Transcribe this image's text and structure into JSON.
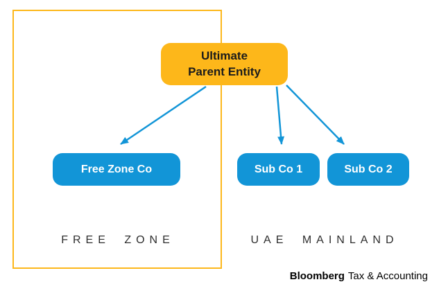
{
  "diagram": {
    "parent": {
      "label_line1": "Ultimate",
      "label_line2": "Parent Entity"
    },
    "nodes": [
      {
        "id": "free-zone-co",
        "label": "Free Zone Co"
      },
      {
        "id": "sub-co-1",
        "label": "Sub Co 1"
      },
      {
        "id": "sub-co-2",
        "label": "Sub Co 2"
      }
    ],
    "zones": [
      {
        "id": "free-zone",
        "label": "FREE ZONE"
      },
      {
        "id": "uae-mainland",
        "label": "UAE MAINLAND"
      }
    ]
  },
  "branding": {
    "bold": "Bloomberg",
    "regular": "Tax & Accounting"
  },
  "colors": {
    "yellow": "#FDB71A",
    "blue": "#1295D7",
    "text_dark": "#2D2D2D"
  }
}
